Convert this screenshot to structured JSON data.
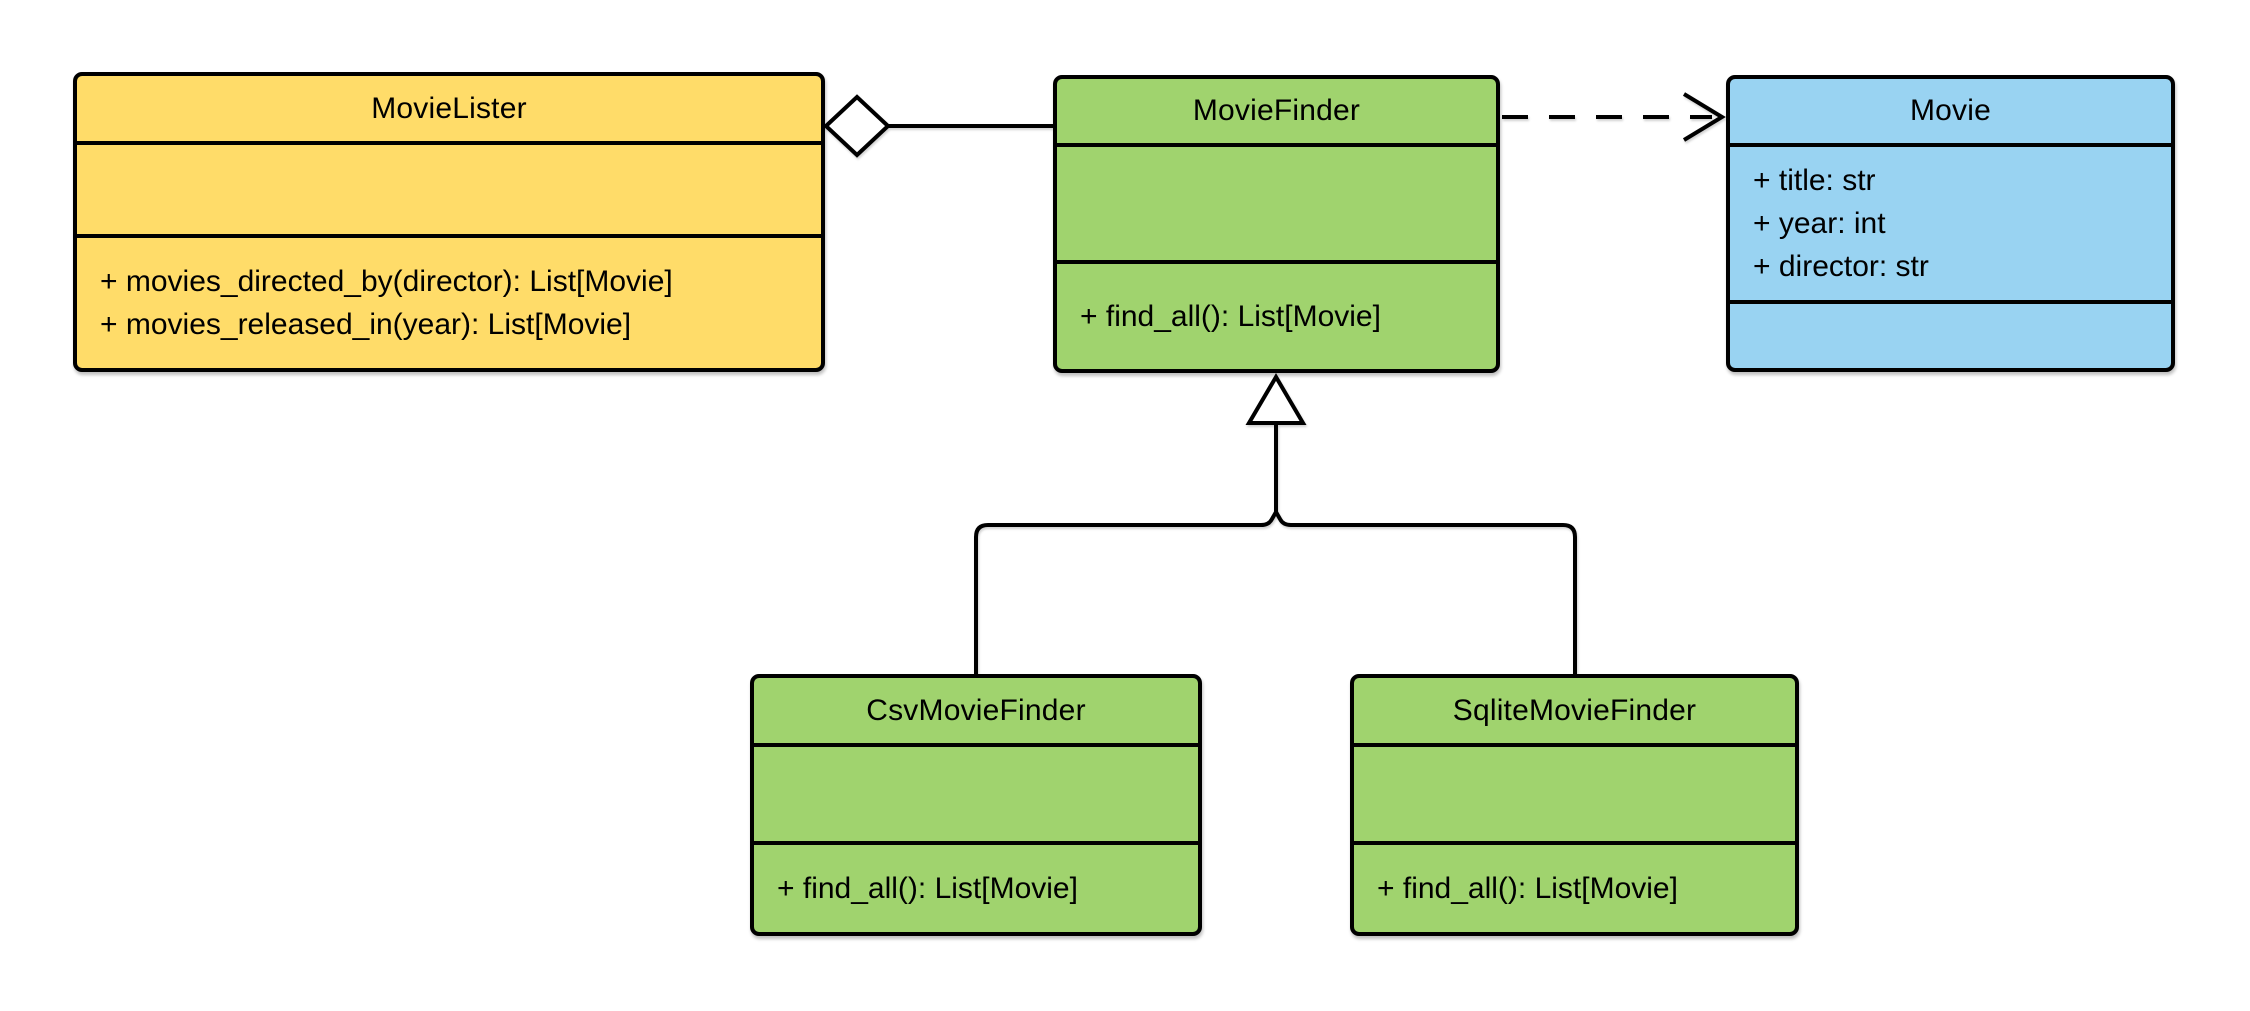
{
  "diagram_title": "UML class diagram",
  "colors": {
    "stroke": "#000000",
    "background": "#ffffff",
    "yellow_fill": "#ffdc69",
    "green_fill": "#a0d36e",
    "blue_fill": "#99d3f2"
  },
  "classes": [
    {
      "name": "MovieLister",
      "color": "yellow",
      "attributes": [],
      "methods": [
        "+ movies_directed_by(director): List[Movie]",
        "+ movies_released_in(year): List[Movie]"
      ]
    },
    {
      "name": "MovieFinder",
      "color": "green",
      "attributes": [],
      "methods": [
        "+ find_all(): List[Movie]"
      ]
    },
    {
      "name": "Movie",
      "color": "blue",
      "attributes": [
        "+ title: str",
        "+ year: int",
        "+ director: str"
      ],
      "methods": []
    },
    {
      "name": "CsvMovieFinder",
      "color": "green",
      "attributes": [],
      "methods": [
        "+ find_all(): List[Movie]"
      ]
    },
    {
      "name": "SqliteMovieFinder",
      "color": "green",
      "attributes": [],
      "methods": [
        "+ find_all(): List[Movie]"
      ]
    }
  ],
  "relationships": [
    {
      "type": "aggregation",
      "from": "MovieLister",
      "to": "MovieFinder",
      "marker": "hollow-diamond",
      "line": "solid"
    },
    {
      "type": "dependency",
      "from": "MovieFinder",
      "to": "Movie",
      "marker": "open-arrow",
      "line": "dashed"
    },
    {
      "type": "generalization",
      "from": "CsvMovieFinder",
      "to": "MovieFinder",
      "marker": "hollow-triangle",
      "line": "solid"
    },
    {
      "type": "generalization",
      "from": "SqliteMovieFinder",
      "to": "MovieFinder",
      "marker": "hollow-triangle",
      "line": "solid"
    }
  ]
}
